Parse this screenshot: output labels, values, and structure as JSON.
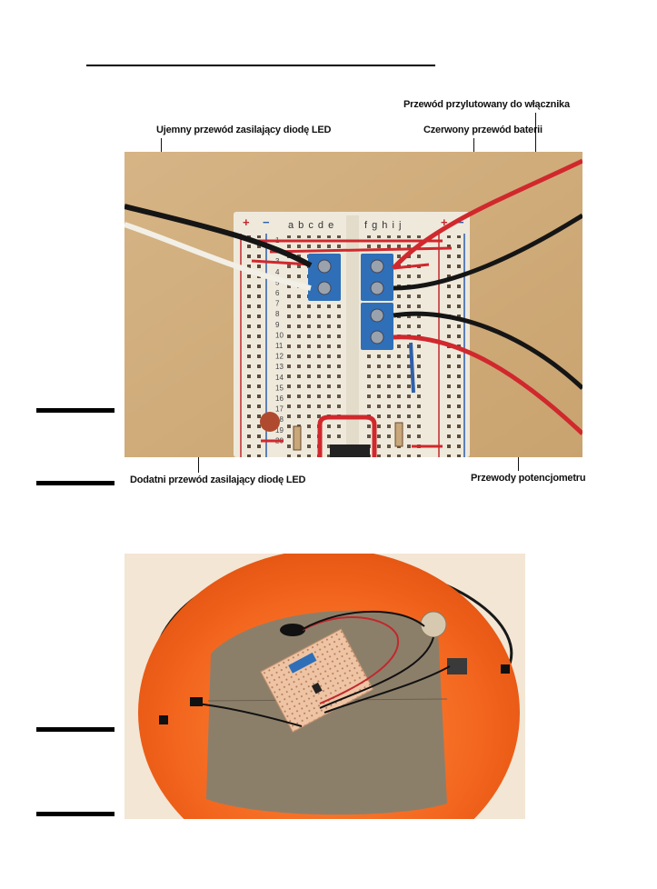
{
  "figure1": {
    "callouts": {
      "negative_led_wire": "Ujemny przewód zasilający diodę LED",
      "switch_wire": "Przewód przylutowany do włącznika",
      "battery_red_wire": "Czerwony przewód baterii",
      "positive_led_wire": "Dodatni przewód zasilający diodę LED",
      "potentiometer_wires": "Przewody potencjometru"
    },
    "breadboard": {
      "plus": "+",
      "minus": "−",
      "cols_left": "a b c d e",
      "cols_right": "f g h i j",
      "row_numbers": [
        "1",
        "2",
        "3",
        "4",
        "5",
        "6",
        "7",
        "8",
        "9",
        "10",
        "11",
        "12",
        "13",
        "14",
        "15",
        "16",
        "17",
        "18",
        "19",
        "20"
      ]
    }
  }
}
